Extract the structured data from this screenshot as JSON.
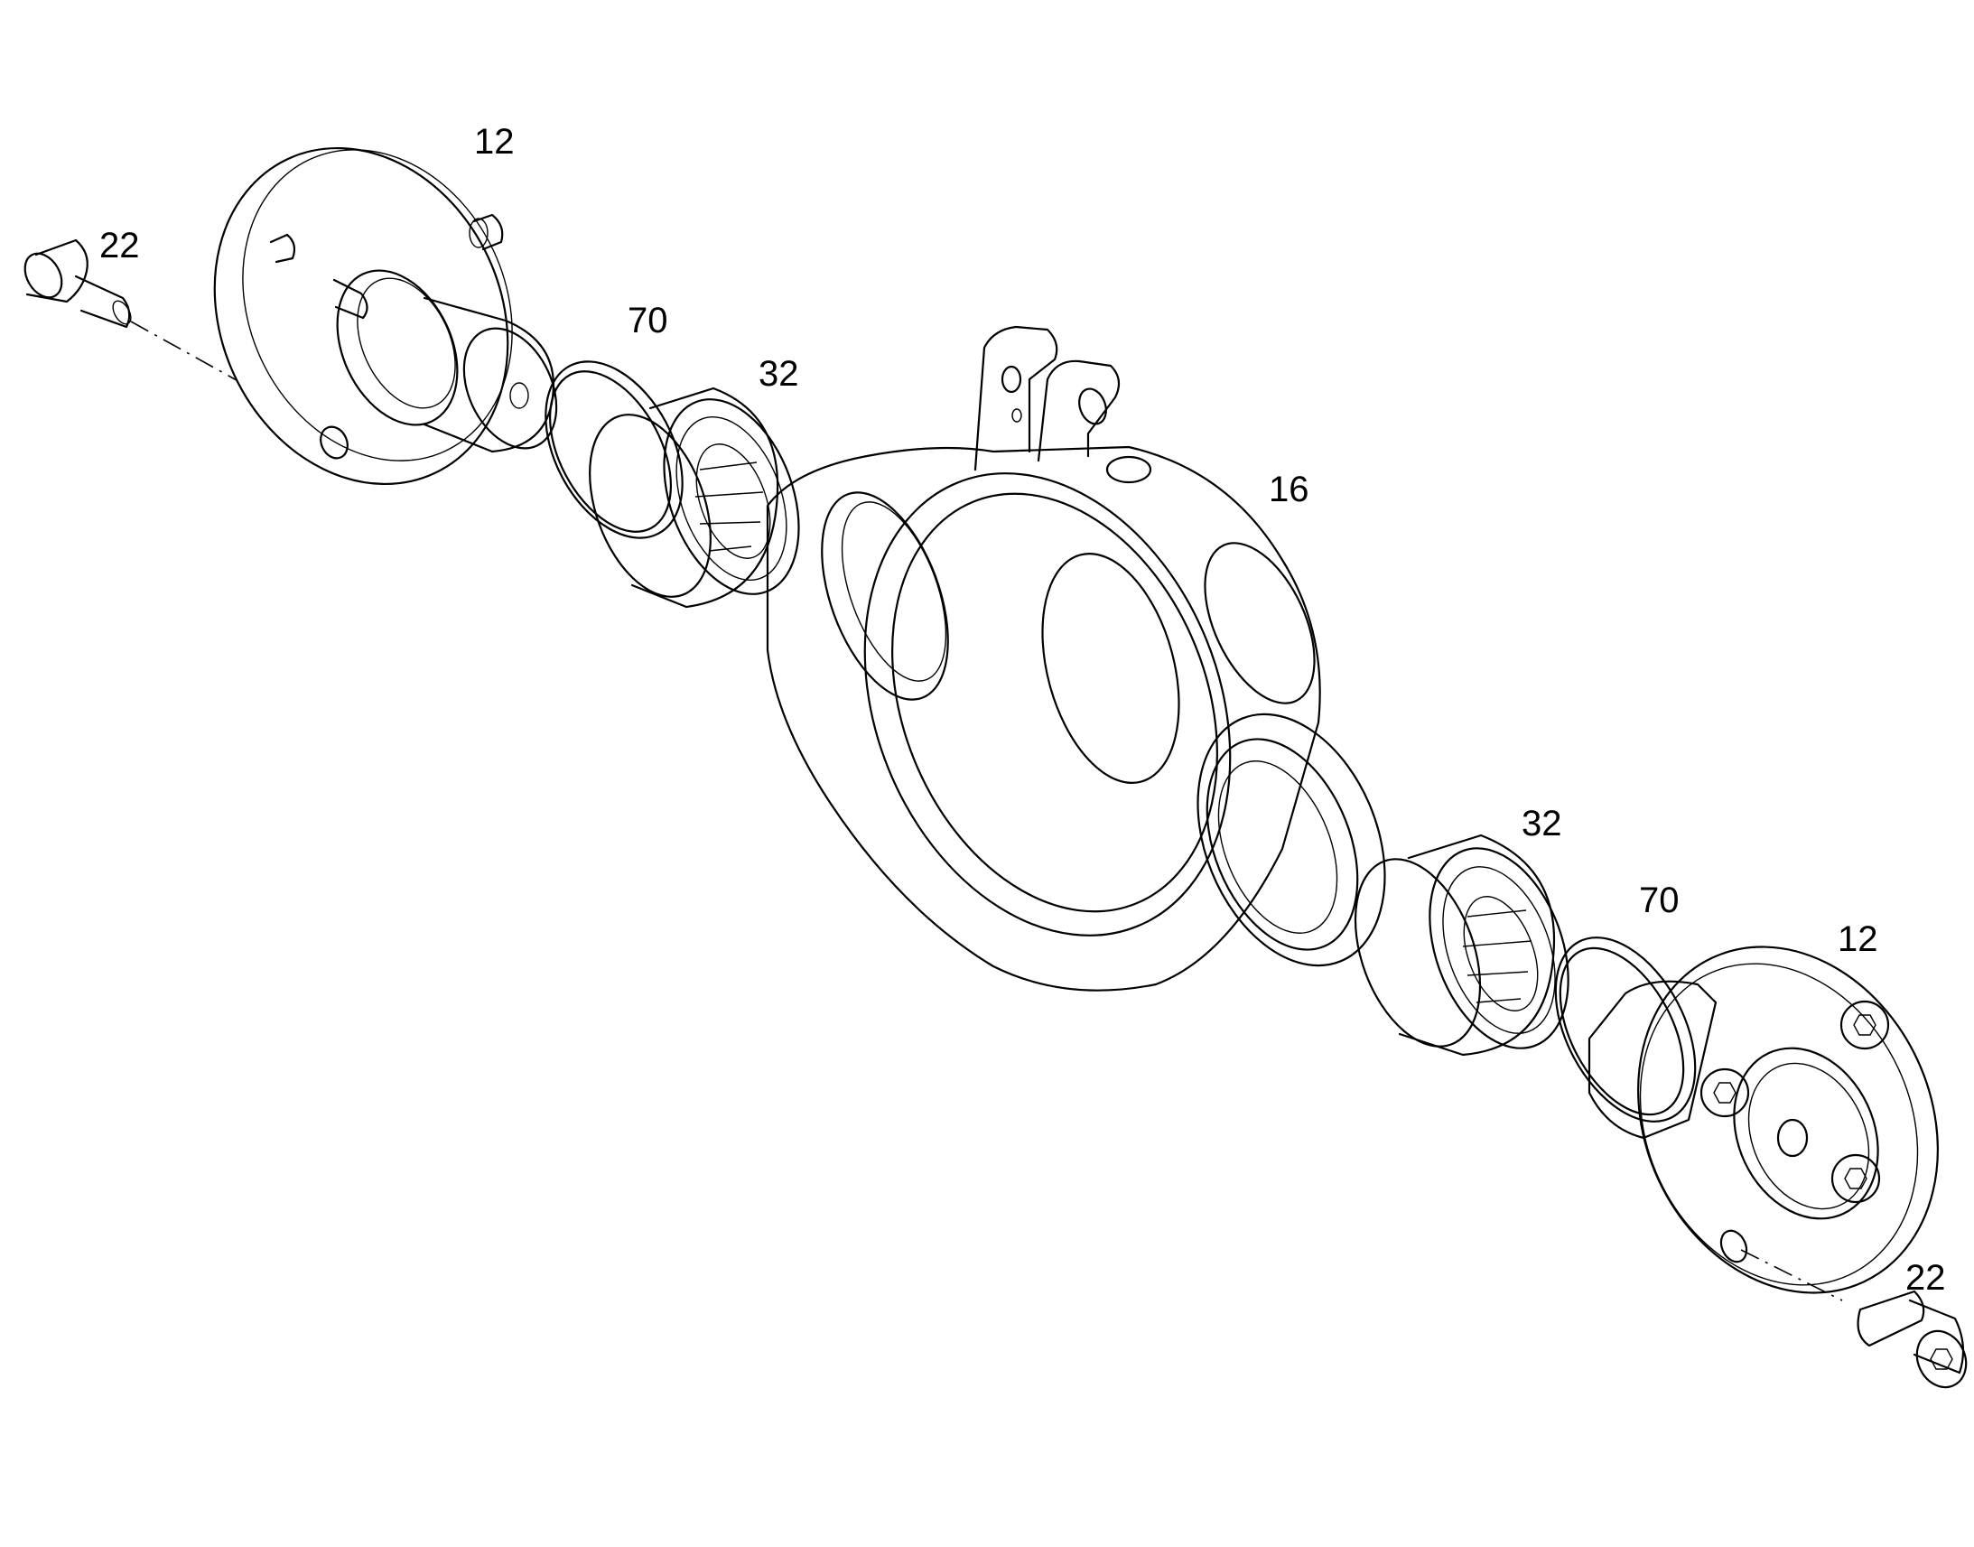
{
  "callouts": {
    "screw_top": "22",
    "cap_top": "12",
    "oring_top": "70",
    "bearing_top": "32",
    "housing": "16",
    "bearing_bottom": "32",
    "oring_bottom": "70",
    "cap_bottom": "12",
    "screw_bottom": "22"
  },
  "colors": {
    "line": "#000000",
    "background": "#ffffff"
  }
}
